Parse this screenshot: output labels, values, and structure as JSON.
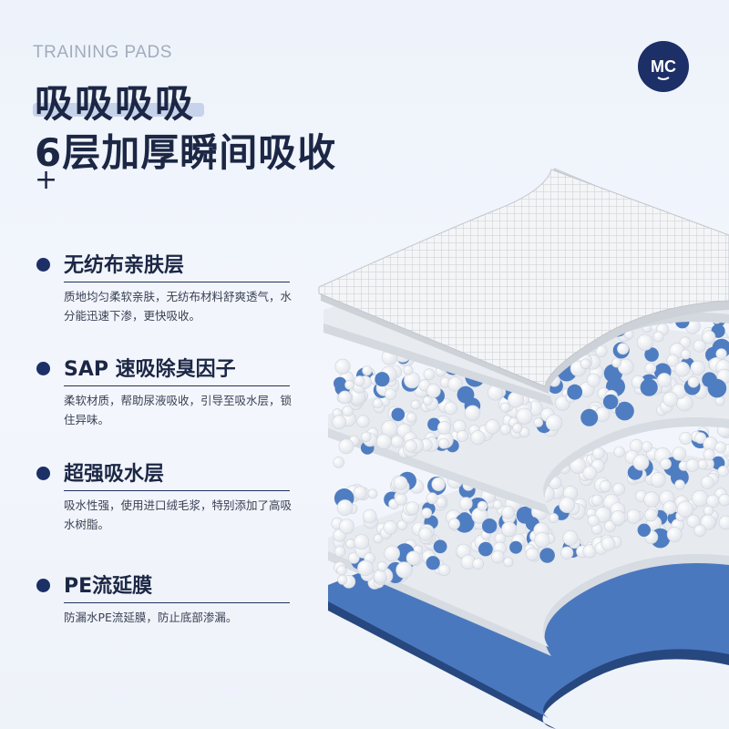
{
  "brand": {
    "tag": "TRAINING PADS",
    "logo_text": "MC"
  },
  "headline": {
    "line1": "吸吸吸吸",
    "line2": "6层加厚瞬间吸收",
    "plus": "+"
  },
  "features": [
    {
      "title": "无纺布亲肤层",
      "desc": "质地均匀柔软亲肤，无纺布材料舒爽透气，水分能迅速下渗，更快吸收。"
    },
    {
      "title": "SAP 速吸除臭因子",
      "desc": "柔软材质，帮助尿液吸收，引导至吸水层，锁住异味。"
    },
    {
      "title": "超强吸水层",
      "desc": "吸水性强，使用进口绒毛浆，特别添加了高吸水树脂。"
    },
    {
      "title": "PE流延膜",
      "desc": "防漏水PE流延膜，防止底部渗漏。"
    }
  ],
  "colors": {
    "navy": "#1c2f66",
    "blue_layer": "#4a78bf",
    "bead_blue": "#4f7dc1",
    "sheet": "#e6e9ee"
  }
}
